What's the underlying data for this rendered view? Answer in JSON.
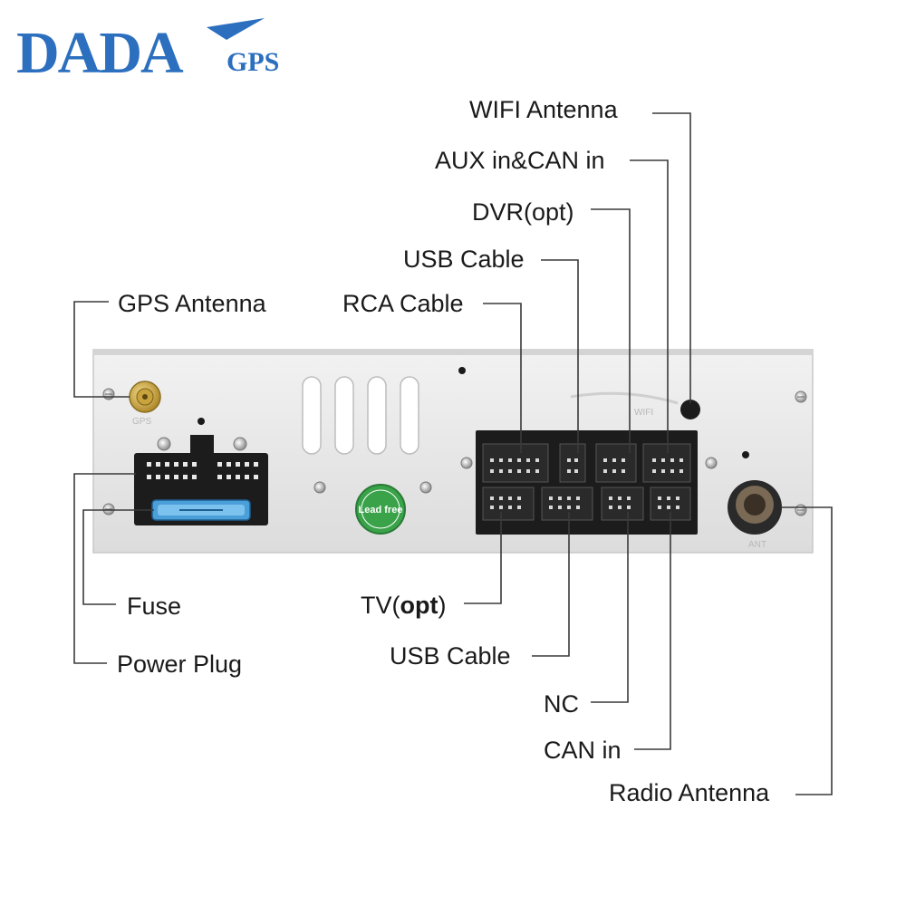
{
  "brand": {
    "logo_text": "DADA",
    "logo_suffix": "GPS",
    "color": "#2b6fbe"
  },
  "panel": {
    "gps_port_marking": "GPS",
    "wifi_port_marking": "WIFI",
    "radio_port_marking": "ANT",
    "cert_badge_text": "Lead free"
  },
  "labels": {
    "wifi_antenna": "WIFI Antenna",
    "aux_can_in": "AUX in&CAN in",
    "dvr_opt": "DVR(opt)",
    "usb_cable_top": "USB Cable",
    "rca_cable": "RCA Cable",
    "gps_antenna": "GPS Antenna",
    "fuse": "Fuse",
    "power_plug": "Power Plug",
    "tv_prefix": "TV(",
    "tv_opt": "opt",
    "tv_suffix": ")",
    "usb_cable_bottom": "USB Cable",
    "nc": "NC",
    "can_in": "CAN in",
    "radio_antenna": "Radio Antenna"
  },
  "colors": {
    "panel": "#e9e9e9",
    "fuse": "#4a9fd8",
    "connector": "#1c1c1c",
    "badge": "#3aa34a"
  }
}
